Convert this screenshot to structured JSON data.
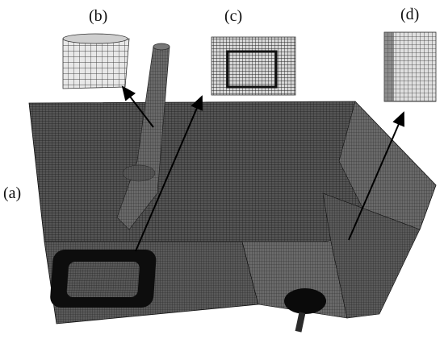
{
  "figure": {
    "labels": {
      "a": "(a)",
      "b": "(b)",
      "c": "(c)",
      "d": "(d)"
    },
    "colors": {
      "mesh_fill": "#4a4a4a",
      "mesh_lines": "#1a1a1a",
      "inset_bg": "#f2f2f2",
      "arrow": "#000000",
      "background": "#ffffff"
    }
  }
}
